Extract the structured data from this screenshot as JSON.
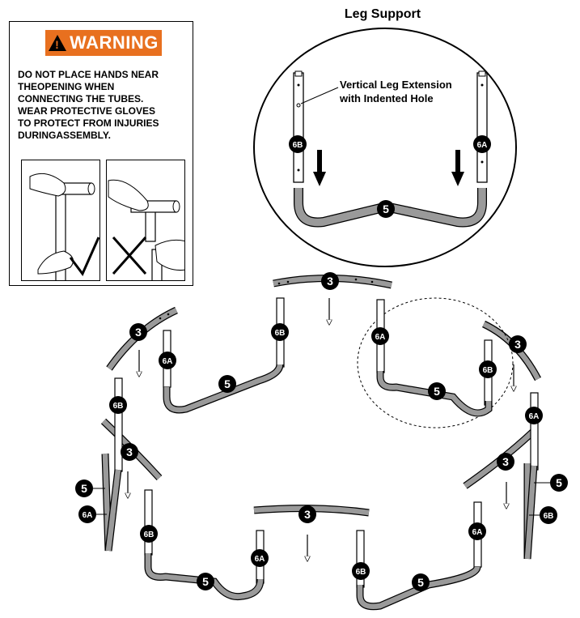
{
  "warning": {
    "heading": "WARNING",
    "symbol": "!",
    "text": "DO NOT PLACE HANDS NEAR\nTHEOPENING WHEN\nCONNECTING THE TUBES.\nWEAR PROTECTIVE GLOVES\nTO PROTECT FROM INJURIES\nDURINGASSEMBLY.",
    "banner_color": "#e8701f",
    "pictures": [
      {
        "name": "correct-grip",
        "marker": "check-icon"
      },
      {
        "name": "incorrect-grip",
        "marker": "cross-icon"
      }
    ]
  },
  "detail": {
    "title": "Leg Support",
    "callout": "Vertical Leg Extension\nwith Indented Hole"
  },
  "part_labels": {
    "p3": "3",
    "p5": "5",
    "p6a": "6A",
    "p6b": "6B"
  },
  "colors": {
    "tube_fill": "#9a9a9a",
    "tube_stroke": "#000000",
    "label_bg": "#000000",
    "label_fg": "#ffffff"
  }
}
